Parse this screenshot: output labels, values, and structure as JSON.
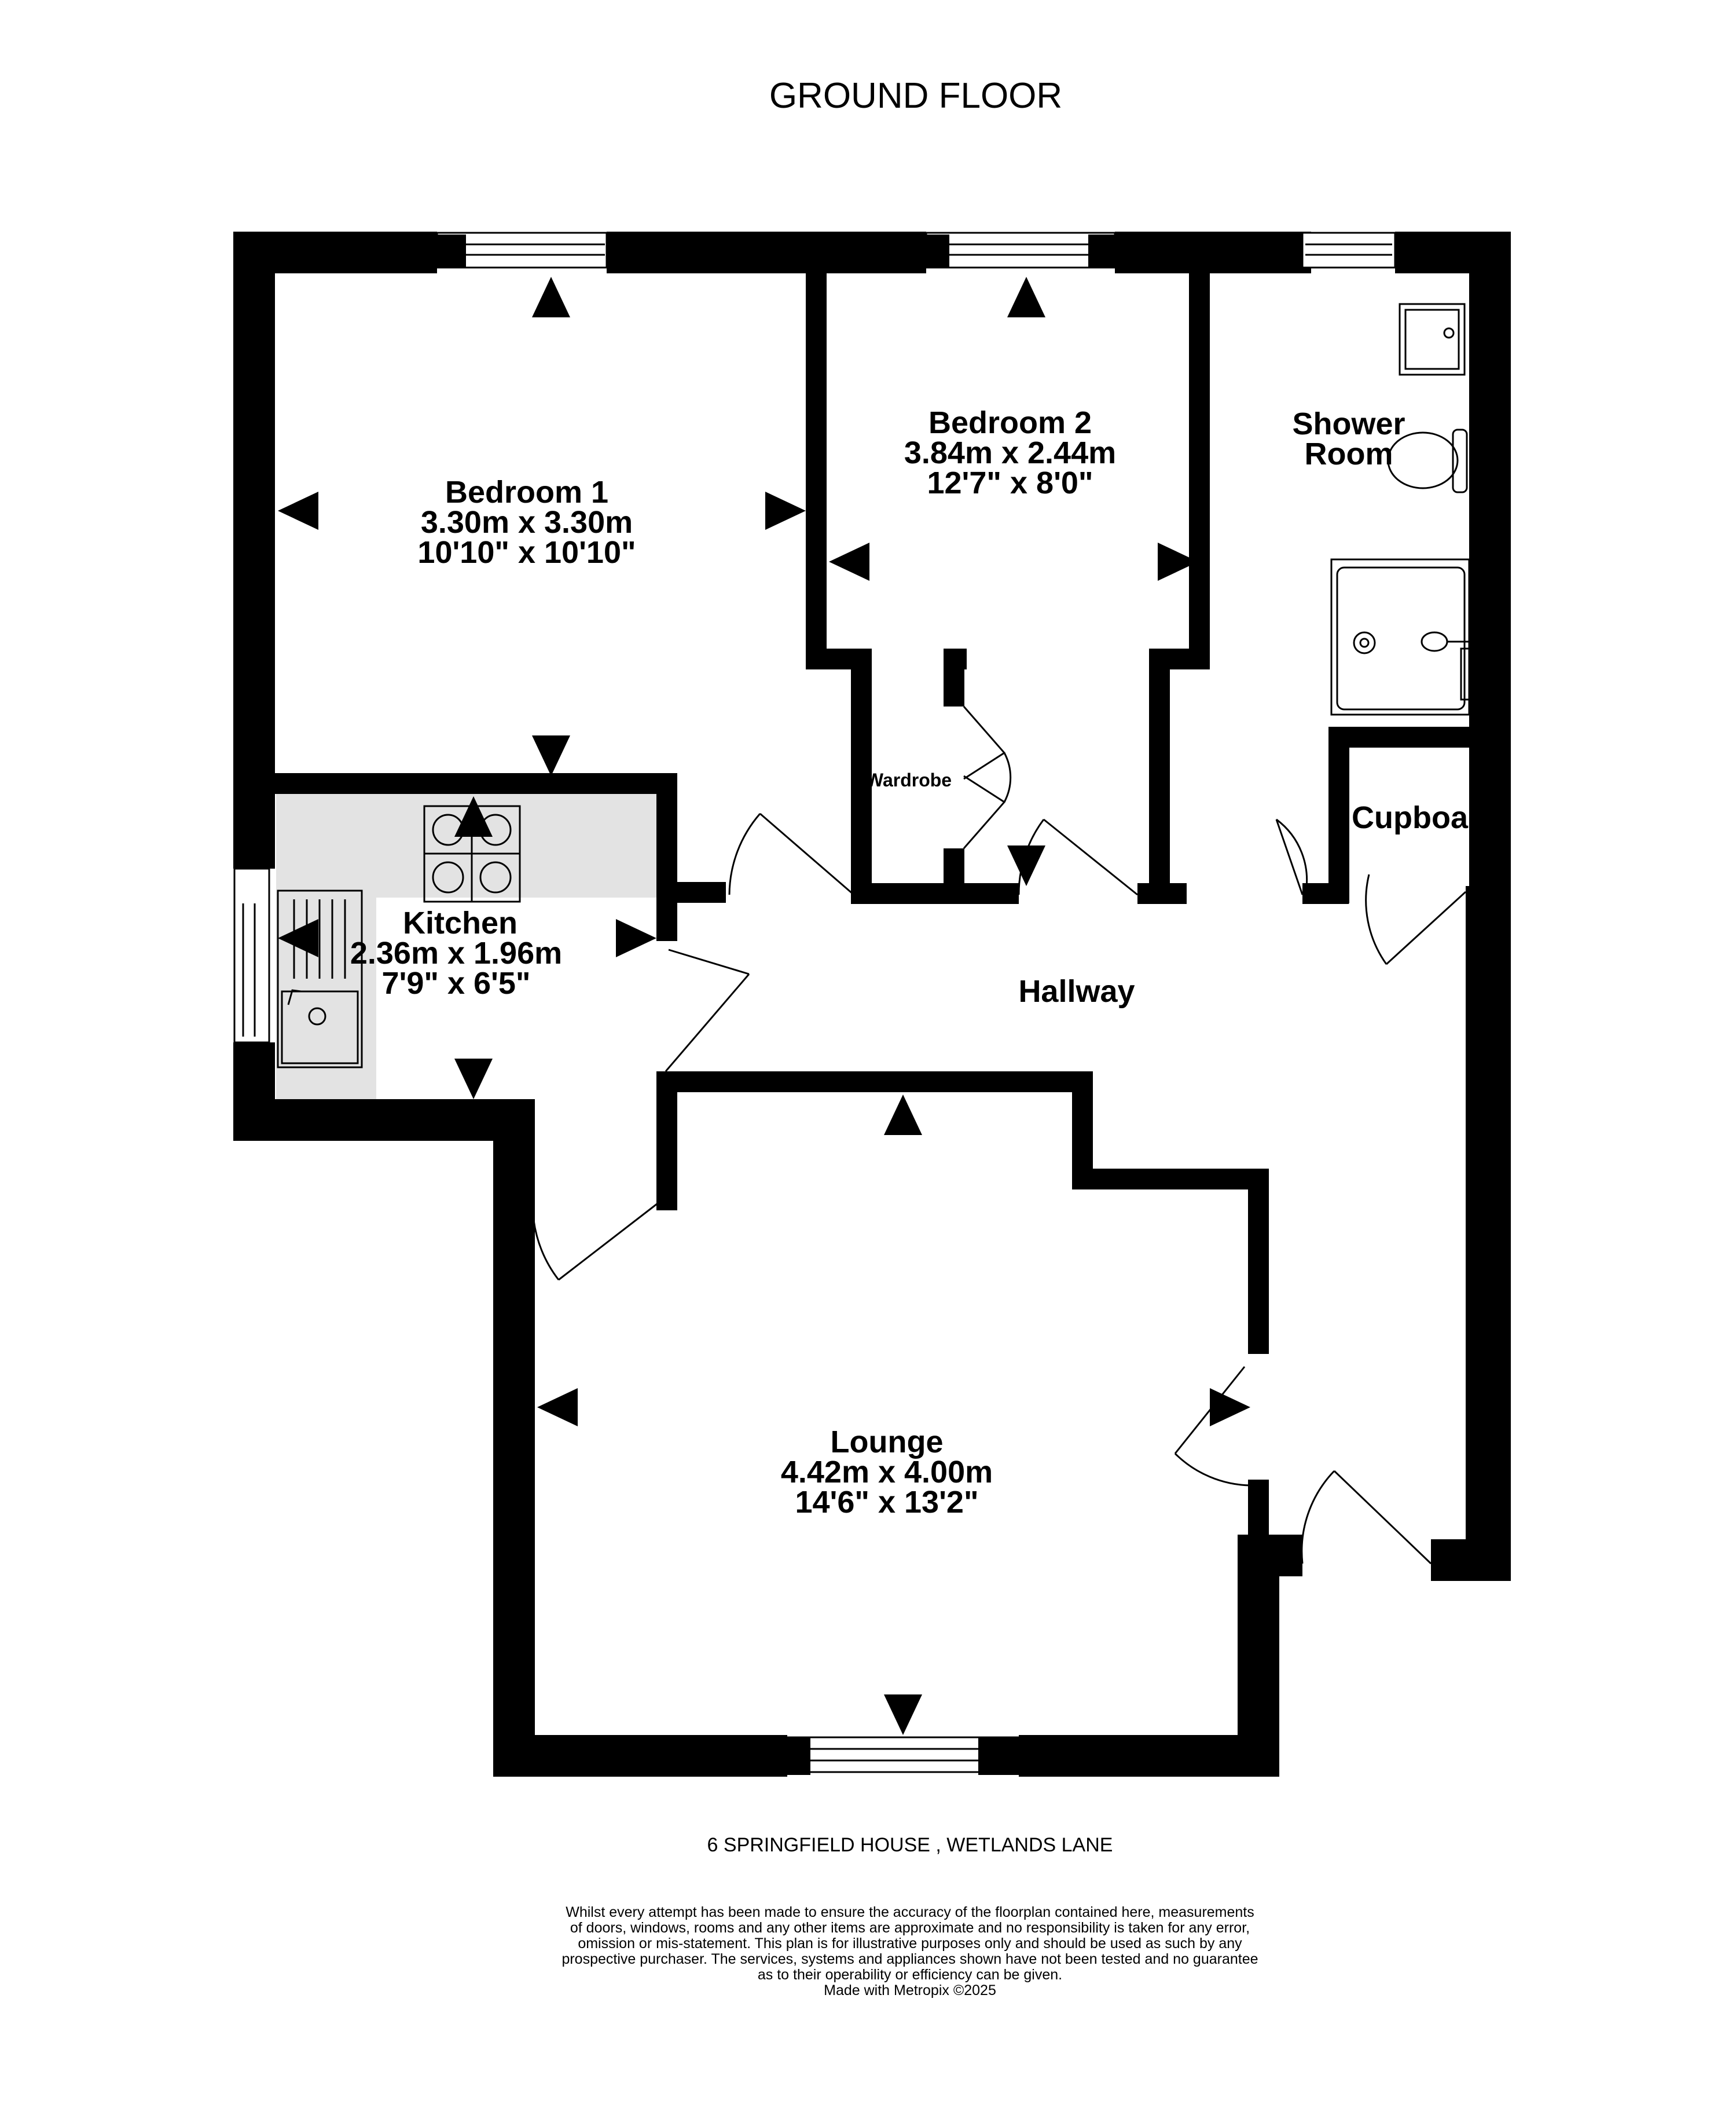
{
  "title": "GROUND FLOOR",
  "rooms": {
    "bedroom1": {
      "name": "Bedroom 1",
      "metric": "3.30m  x 3.30m",
      "imperial": "10'10\"  x 10'10\""
    },
    "bedroom2": {
      "name": "Bedroom 2",
      "metric": "3.84m  x 2.44m",
      "imperial": "12'7\"  x 8'0\""
    },
    "shower": {
      "name_line1": "Shower",
      "name_line2": "Room"
    },
    "kitchen": {
      "name": "Kitchen",
      "metric": "2.36m  x 1.96m",
      "imperial": "7'9\"  x 6'5\""
    },
    "lounge": {
      "name": "Lounge",
      "metric": "4.42m  x 4.00m",
      "imperial": "14'6\"  x 13'2\""
    },
    "hallway": {
      "name": "Hallway"
    },
    "wardrobe": {
      "name": "Wardrobe"
    },
    "cupboard": {
      "name": "Cupboard"
    }
  },
  "address": "6 SPRINGFIELD HOUSE , WETLANDS LANE",
  "disclaimer": [
    "Whilst every attempt has been made to ensure the accuracy of the floorplan contained here, measurements",
    "of doors, windows, rooms and any other items are approximate and no responsibility is taken for any error,",
    "omission or mis-statement. This plan is for illustrative purposes only and should be used as such by any",
    "prospective purchaser. The services, systems and appliances shown have not been tested and no guarantee",
    "as to their operability or efficiency can be given."
  ],
  "credit": "Made with Metropix ©2025",
  "colors": {
    "wall": "#000000",
    "worktop": "#e3e3e3",
    "background": "#ffffff"
  }
}
